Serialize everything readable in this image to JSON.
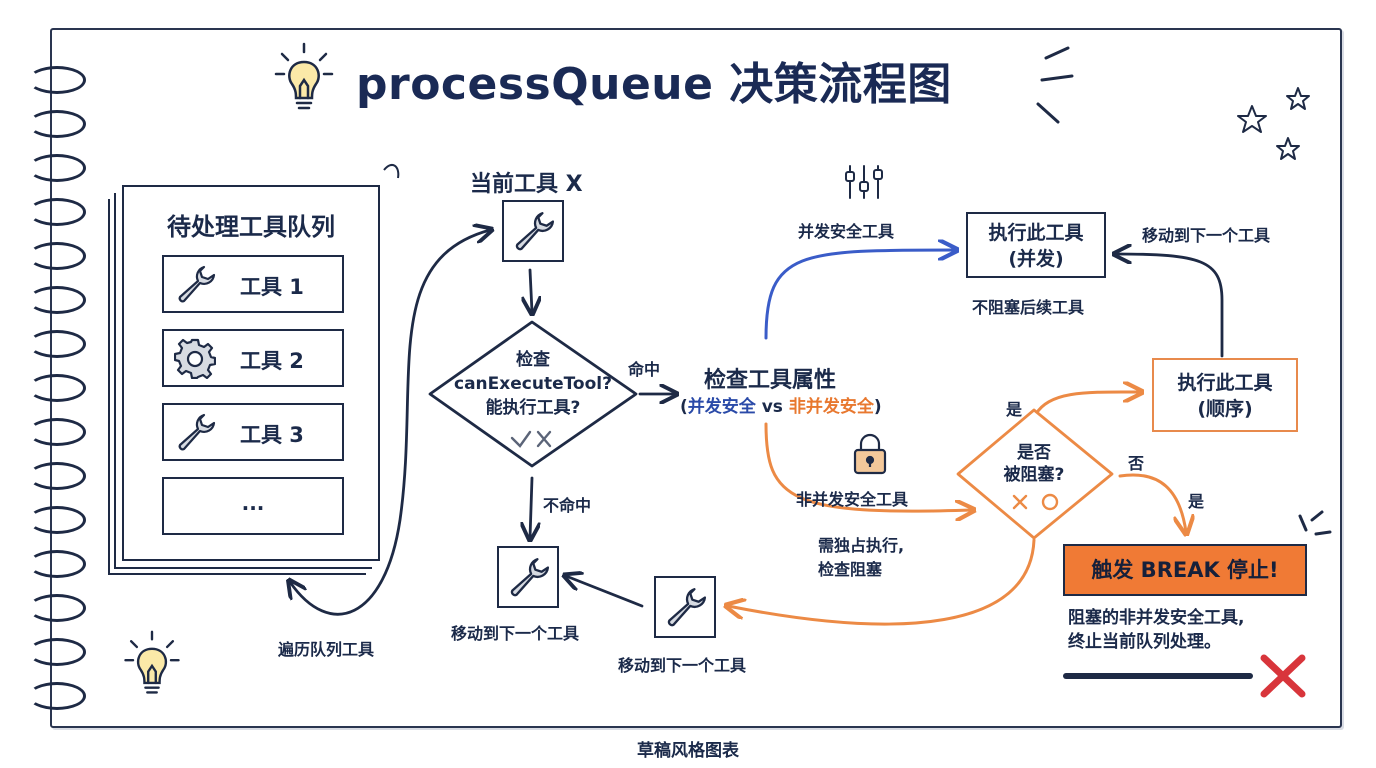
{
  "title": "processQueue 决策流程图",
  "queue": {
    "title": "待处理工具队列",
    "items": [
      {
        "label": "工具 1",
        "icon": "wrench-icon"
      },
      {
        "label": "工具 2",
        "icon": "gear-icon"
      },
      {
        "label": "工具 3",
        "icon": "wrench-icon"
      },
      {
        "label": "...",
        "icon": ""
      }
    ]
  },
  "labels": {
    "current_tool": "当前工具 X",
    "check_line1": "检查",
    "check_line2": "canExecuteTool?",
    "check_line3": "能执行工具?",
    "hit": "命中",
    "miss": "不命中",
    "traverse": "遍历队列工具",
    "move_next_left": "移动到下一个工具",
    "move_next_bottom": "移动到下一个工具",
    "move_next_top": "移动到下一个工具",
    "check_props": "检查工具属性",
    "props_paren_open": "(",
    "props_safe": "并发安全",
    "props_vs": " vs ",
    "props_unsafe": "非并发安全",
    "props_paren_close": ")",
    "concurrent_safe": "并发安全工具",
    "exec_concurrent_line1": "执行此工具",
    "exec_concurrent_line2": "(并发)",
    "no_block": "不阻塞后续工具",
    "non_concurrent_safe": "非并发安全工具",
    "exclusive_line1": "需独占执行,",
    "exclusive_line2": "检查阻塞",
    "blocked_line1": "是否",
    "blocked_line2": "被阻塞?",
    "yes_top": "是",
    "no": "否",
    "yes_right": "是",
    "exec_sequential_line1": "执行此工具",
    "exec_sequential_line2": "(顺序)",
    "break": "触发 BREAK 停止!",
    "break_note_line1": "阻塞的非并发安全工具,",
    "break_note_line2": "终止当前队列处理。"
  },
  "footer": "草稿风格图表",
  "colors": {
    "ink": "#1b2a4a",
    "blue_arrow": "#3a5cc8",
    "orange_arrow": "#ec8a45",
    "break_fill": "#f07a35",
    "red_x": "#d8353b"
  }
}
